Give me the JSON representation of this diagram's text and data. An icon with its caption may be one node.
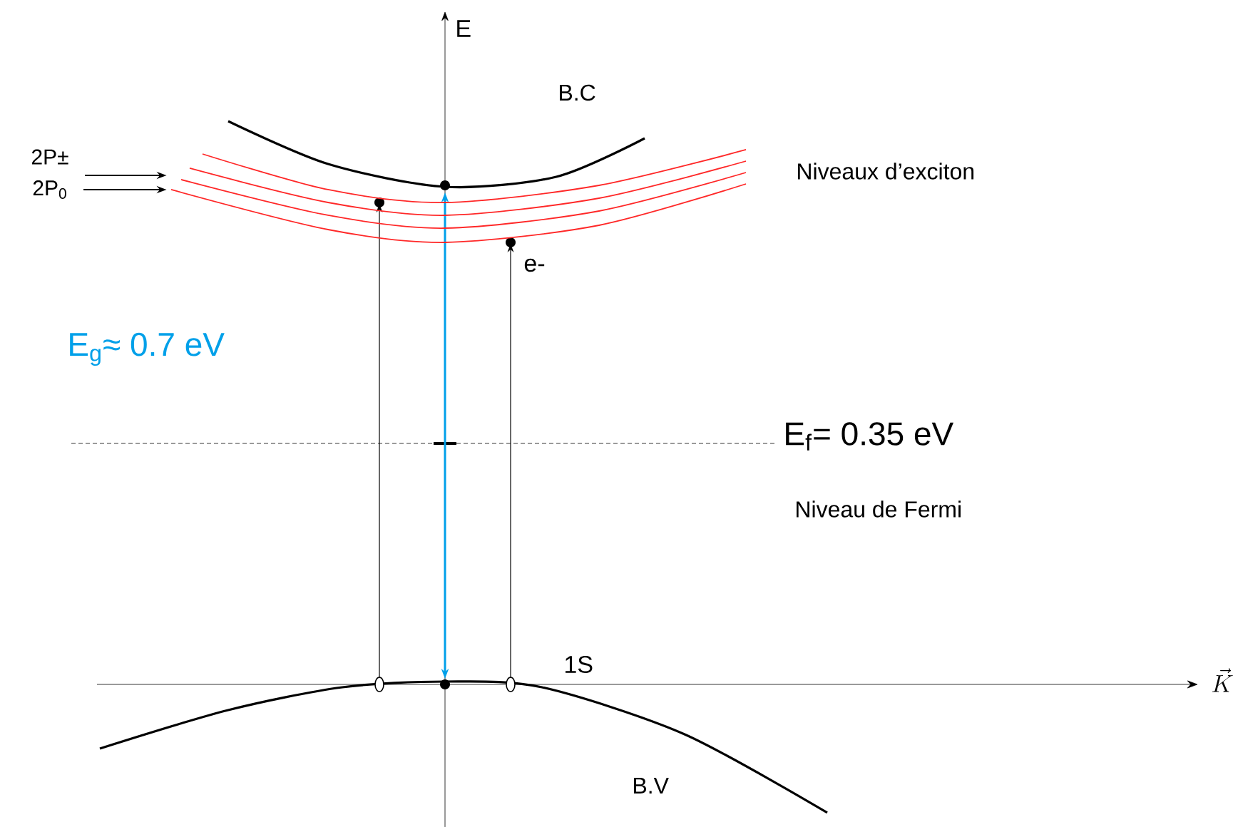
{
  "diagram": {
    "nodes": [
      {
        "text": [
          "2P±"
        ]
      },
      {
        "text": [
          "2P$_{0}$"
        ]
      },
      {
        "text": [],
        "shape": "picture"
      }
    ],
    "edges": [
      {
        "from": 0,
        "to": 2,
        "arrow": "to"
      },
      {
        "from": 1,
        "to": 2,
        "arrow": "to"
      }
    ],
    "labels": [
      "E",
      "B.C",
      "Niveaux d’exciton",
      "e-",
      "E$_{g}$≈ 0.7 eV",
      "E$_{f}$= 0.35 eV",
      "Niveau de Fermi",
      "1S",
      "\\vec{K}",
      "B.V"
    ]
  }
}
